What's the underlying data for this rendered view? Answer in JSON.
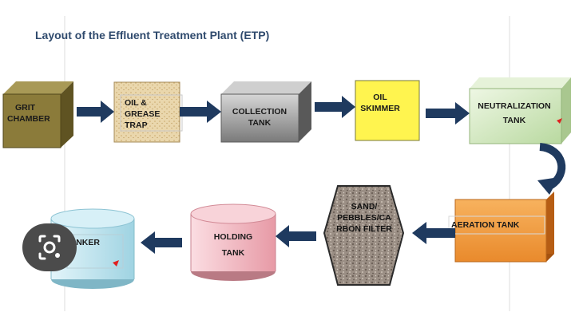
{
  "title": "Layout of the Effluent Treatment Plant (ETP)",
  "stages": {
    "grit_chamber": [
      "GRIT",
      "CHAMBER"
    ],
    "oil_grease_trap": [
      "OIL &",
      "GREASE",
      "TRAP"
    ],
    "collection_tank": [
      "COLLECTION",
      "TANK"
    ],
    "oil_skimmer": [
      "OIL",
      "SKIMMER"
    ],
    "neutralization_tank": [
      "NEUTRALIZATION",
      "TANK"
    ],
    "aeration_tank": [
      "AERATION TANK"
    ],
    "filter": [
      "SAND/",
      "PEBBLES/CA",
      "RBON FILTER"
    ],
    "holding_tank": [
      "HOLDING",
      "TANK"
    ],
    "tanker": [
      "TANKER"
    ]
  },
  "colors": {
    "title": "#2f4a6d",
    "arrow": "#1f3a5f",
    "grit": "#8b7b3a",
    "trap": "#e8d3a8",
    "collection": "#9a9a9a",
    "skimmer": "#fff44f",
    "neutral": "#d7ecc4",
    "aeration": "#f39a3d",
    "holding": "#f2b8c0",
    "tanker": "#bfe6f0"
  },
  "icons": {
    "lens": "google-lens-icon"
  }
}
